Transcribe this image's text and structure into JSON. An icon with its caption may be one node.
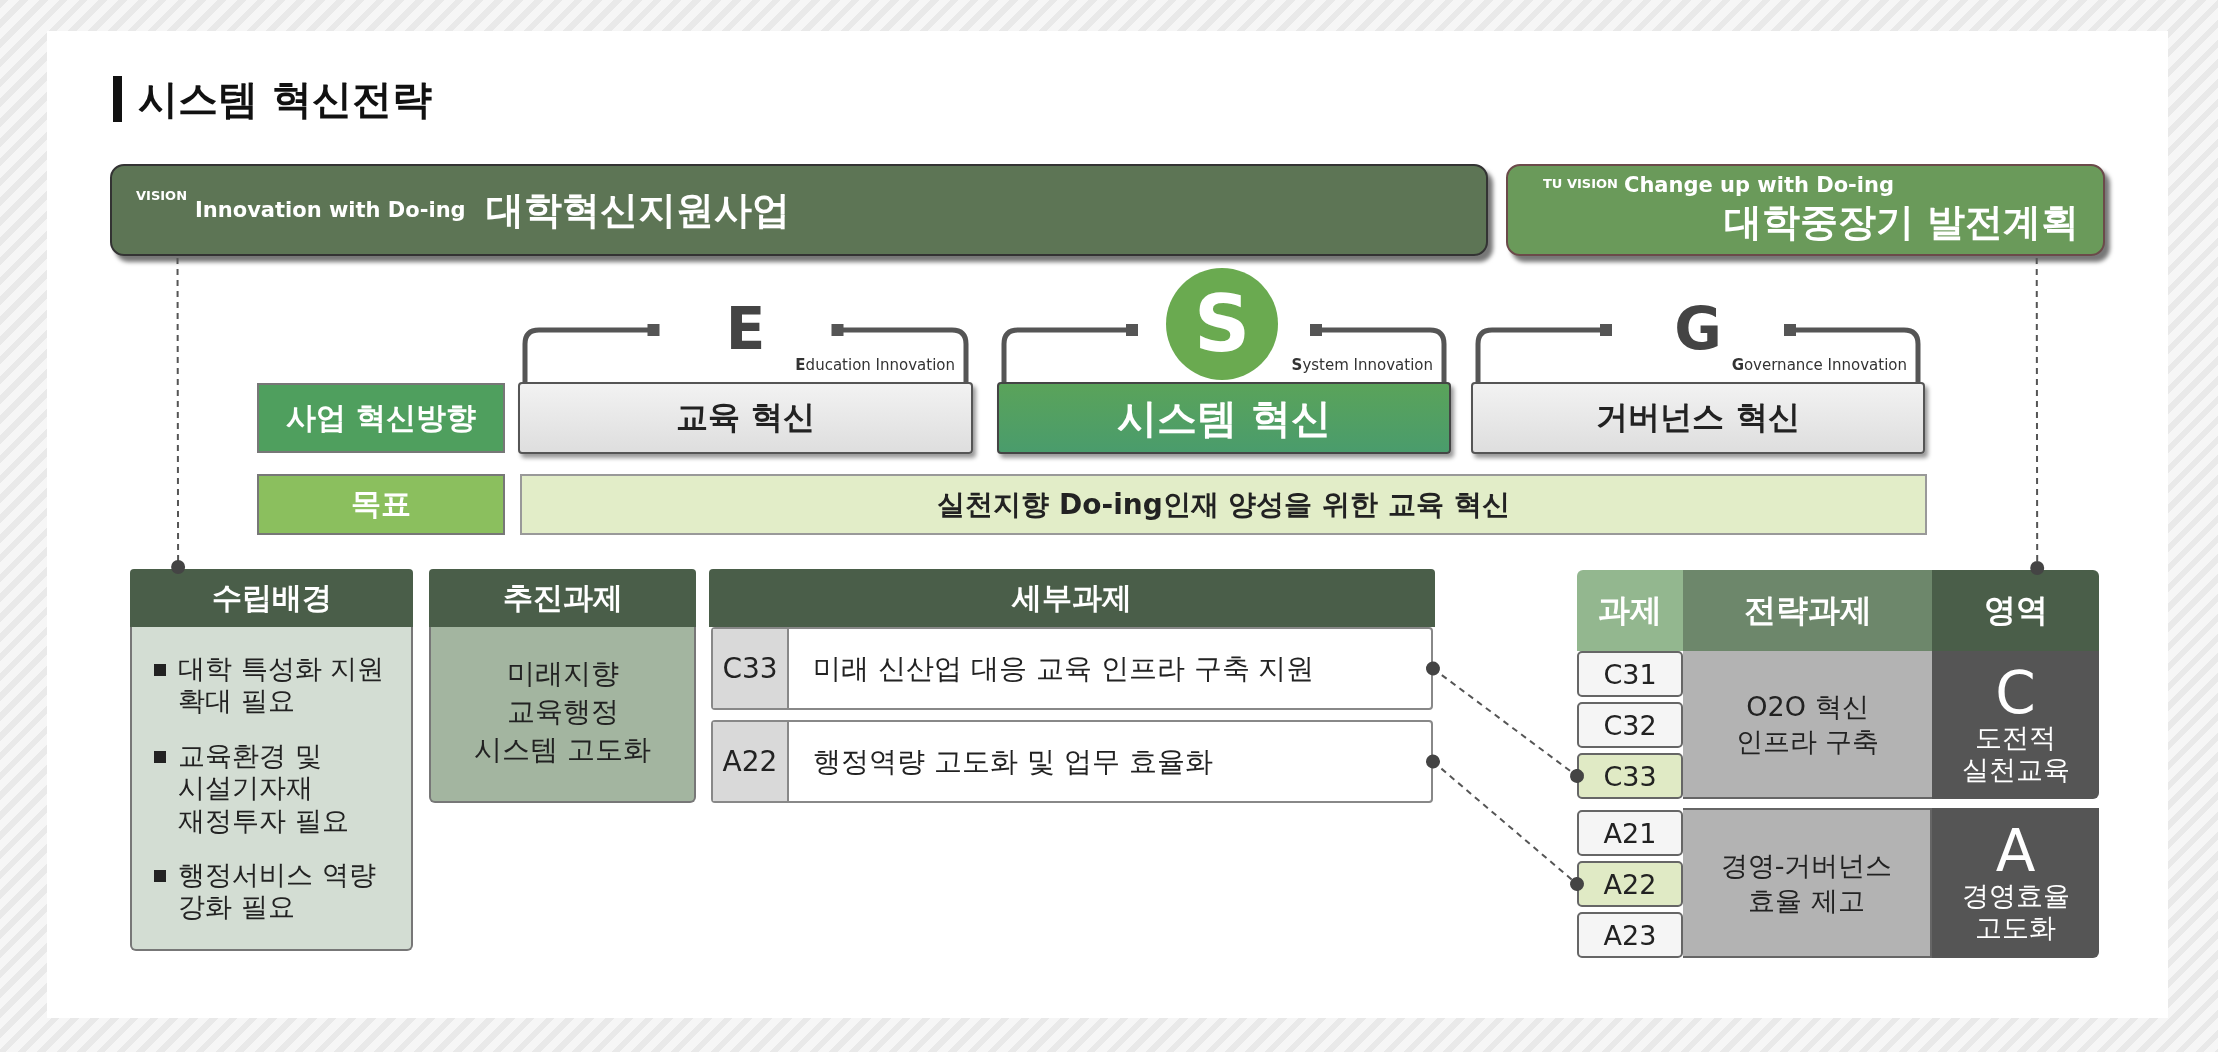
{
  "diagram": {
    "nodes": [
      {
        "text": [
          "VISION",
          "Innovation with Do-ing",
          "대학혁신지원사업"
        ]
      },
      {
        "text": [
          "TU VISION",
          "Change up with Do-ing",
          "대학중장기 발전계획"
        ]
      },
      {
        "text": [
          "사업 혁신방향"
        ]
      },
      {
        "text": [
          "교육 혁신"
        ],
        "beside": [
          "E",
          "**E**ducation Innovation"
        ]
      },
      {
        "text": [
          "S"
        ]
      },
      {
        "text": [
          "시스템 혁신"
        ],
        "beside": [
          "**S**ystem Innovation"
        ]
      },
      {
        "text": [
          "거버넌스 혁신"
        ],
        "beside": [
          "G",
          "**G**overnance Innovation"
        ]
      },
      {
        "text": [
          "목표"
        ]
      },
      {
        "text": [
          "실천지향 Do-ing인재 양성을 위한 교육 혁신"
        ]
      },
      {
        "text": [
          "수립배경",
          "대학 특성화 지원 확대 필요",
          "교육환경 및 시설기자재 재정투자 필요",
          "행정서비스 역량 강화 필요"
        ]
      },
      {
        "text": [
          "추진과제",
          "미래지향 교육행정 시스템 고도화"
        ]
      },
      {
        "text": [
          "세부과제"
        ]
      },
      {
        "text": [
          "C33",
          "미래 신산업 대응 교육 인프라 구축 지원"
        ],
        "in": 11
      },
      {
        "text": [
          "A22",
          "행정역량 고도화 및 업무 효율화"
        ],
        "in": 11
      },
      {
        "text": [
          "과제"
        ]
      },
      {
        "text": [
          "전략과제"
        ]
      },
      {
        "text": [
          "영역"
        ]
      },
      {
        "text": [
          "C31"
        ]
      },
      {
        "text": [
          "C32"
        ]
      },
      {
        "text": [
          "C33"
        ]
      },
      {
        "text": [
          "O2O 혁신 인프라 구축"
        ]
      },
      {
        "text": [
          "C",
          "도전적 실천교육"
        ]
      },
      {
        "text": [
          "A21"
        ]
      },
      {
        "text": [
          "A22"
        ]
      },
      {
        "text": [
          "A23"
        ]
      },
      {
        "text": [
          "경영-거버넌스 효율 제고"
        ]
      },
      {
        "text": [
          "A",
          "경영효율 고도화"
        ]
      }
    ],
    "edges": [
      {
        "from": 0,
        "to": 9,
        "arrow": "other",
        "style": "dashed"
      },
      {
        "from": 1,
        "to": 16,
        "arrow": "other",
        "style": "dashed"
      },
      {
        "from": 12,
        "to": 19,
        "arrow": "other",
        "style": "dashed"
      },
      {
        "from": 13,
        "to": 23,
        "arrow": "other",
        "style": "dashed"
      }
    ],
    "labels": [
      "시스템 혁신전략"
    ]
  }
}
